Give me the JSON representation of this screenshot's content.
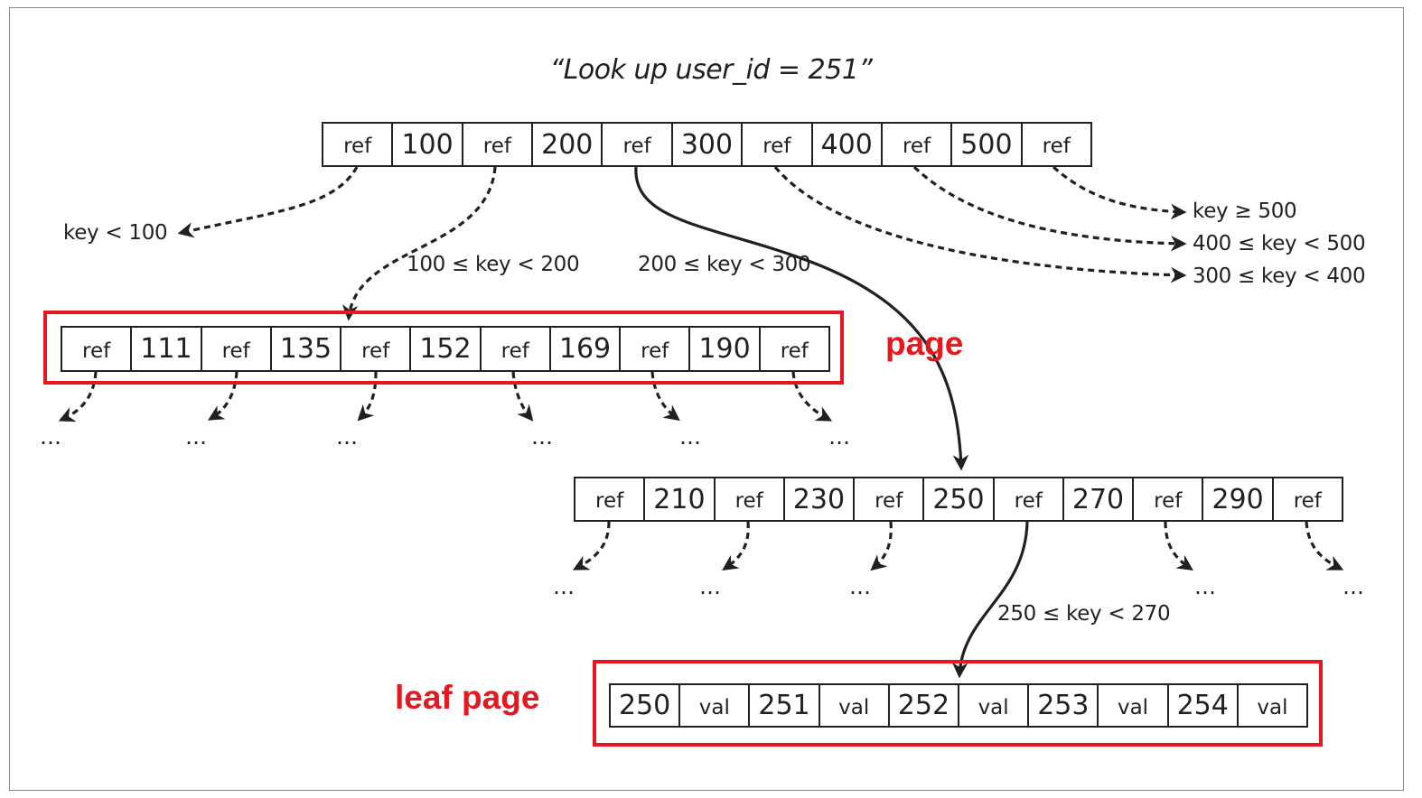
{
  "title": "“Look up user_id = 251”",
  "root_page": [
    "ref",
    "100",
    "ref",
    "200",
    "ref",
    "300",
    "ref",
    "400",
    "ref",
    "500",
    "ref"
  ],
  "left_page": [
    "ref",
    "111",
    "ref",
    "135",
    "ref",
    "152",
    "ref",
    "169",
    "ref",
    "190",
    "ref"
  ],
  "mid_page": [
    "ref",
    "210",
    "ref",
    "230",
    "ref",
    "250",
    "ref",
    "270",
    "ref",
    "290",
    "ref"
  ],
  "leaf_page": [
    "250",
    "val",
    "251",
    "val",
    "252",
    "val",
    "253",
    "val",
    "254",
    "val"
  ],
  "labels": {
    "key_lt_100": "key < 100",
    "range_100_200": "100 ≤ key < 200",
    "range_200_300": "200 ≤ key < 300",
    "key_ge_500": "key ≥ 500",
    "range_400_500": "400 ≤ key < 500",
    "range_300_400": "300 ≤ key < 400",
    "range_250_270": "250 ≤ key < 270",
    "page": "page",
    "leaf_page": "leaf page",
    "ellipsis": "…"
  },
  "colors": {
    "highlight": "#e5171f",
    "ink": "#231f20"
  }
}
